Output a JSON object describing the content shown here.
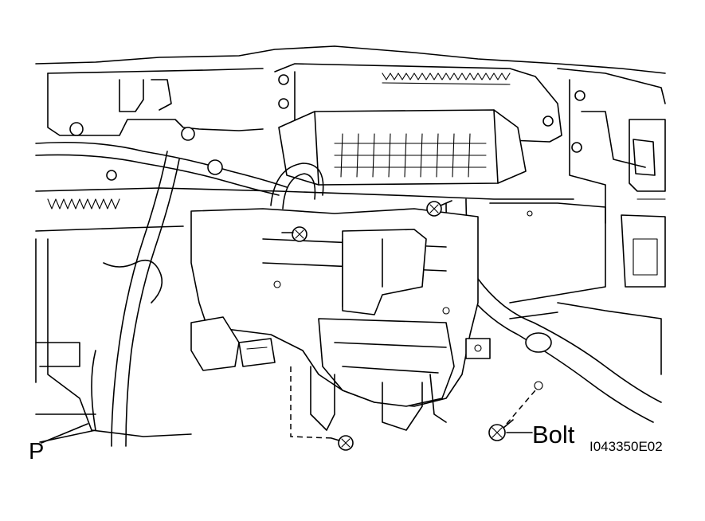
{
  "labels": {
    "bolt": "Bolt",
    "partial_left": "P",
    "figure_code": "I043350E02"
  },
  "colors": {
    "line": "#000000",
    "background": "#ffffff"
  },
  "icons": [
    "bolt-icon",
    "clip-icon"
  ]
}
